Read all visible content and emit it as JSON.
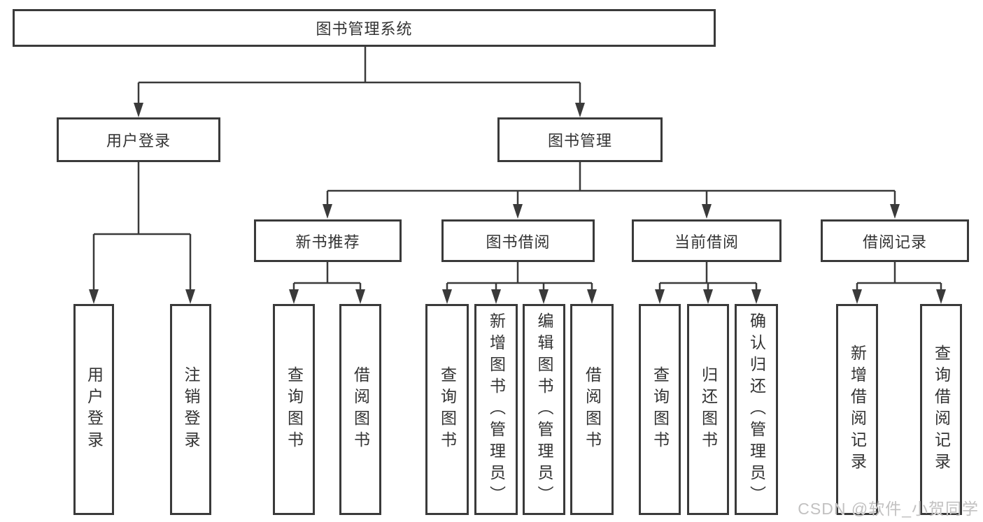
{
  "colors": {
    "line": "#3a3a3a",
    "node_border": "#3a3a3a",
    "node_fill": "#ffffff",
    "text": "#333333",
    "background": "#ffffff",
    "watermark_text": "#c2c1c1"
  },
  "tree": {
    "root": {
      "label": "图书管理系统"
    },
    "branches": [
      {
        "label": "用户登录",
        "children": [
          {
            "label": "用户登录"
          },
          {
            "label": "注销登录"
          }
        ]
      },
      {
        "label": "图书管理",
        "groups": [
          {
            "label": "新书推荐",
            "children": [
              {
                "label": "查询图书"
              },
              {
                "label": "借阅图书"
              }
            ]
          },
          {
            "label": "图书借阅",
            "children": [
              {
                "label": "查询图书"
              },
              {
                "label": "新增图书（管理员）"
              },
              {
                "label": "编辑图书（管理员）"
              },
              {
                "label": "借阅图书"
              }
            ]
          },
          {
            "label": "当前借阅",
            "children": [
              {
                "label": "查询图书"
              },
              {
                "label": "归还图书"
              },
              {
                "label": "确认归还（管理员）"
              }
            ]
          },
          {
            "label": "借阅记录",
            "children": [
              {
                "label": "新增借阅记录"
              },
              {
                "label": "查询借阅记录"
              }
            ]
          }
        ]
      }
    ]
  },
  "watermark": {
    "text": "CSDN @软件_小贺同学"
  }
}
